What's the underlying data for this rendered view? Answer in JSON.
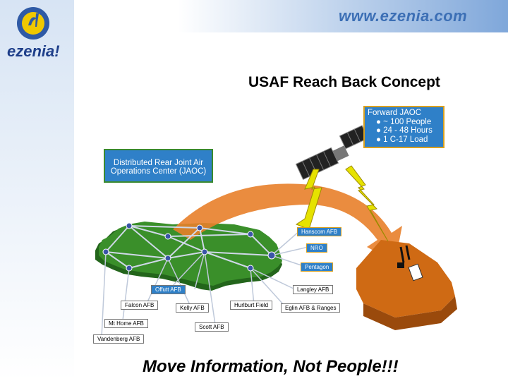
{
  "header": {
    "url": "www.ezenia.com",
    "brand": "ezenia!",
    "logo_letter": "e!"
  },
  "slide": {
    "title": "USAF Reach Back Concept",
    "tagline": "Move Information, Not People!!!"
  },
  "rear_jaoc": {
    "text": "Distributed Rear Joint Air Operations Center (JAOC)"
  },
  "forward_jaoc": {
    "title": "Forward JAOC",
    "bullets": [
      "~ 100 People",
      "24 - 48 Hours",
      "1 C-17 Load"
    ]
  },
  "nodes": {
    "hanscom": "Hanscom AFB",
    "nro": "NRO",
    "pentagon": "Pentagon",
    "offutt": "Offutt AFB",
    "langley": "Langley AFB",
    "falcon": "Falcon AFB",
    "kelly": "Kelly AFB",
    "hurlburt": "Hurlburt Field",
    "eglin": "Eglin AFB & Ranges",
    "mt_home": "Mt Home AFB",
    "scott": "Scott AFB",
    "vandenberg": "Vandenberg AFB"
  },
  "colors": {
    "banner": "#3c6fb5",
    "box_fill": "#2f80c8",
    "map_green": "#2f7f24",
    "arrow_orange": "#e8802a",
    "lightning": "#e6e200",
    "terrain": "#d4701a"
  }
}
